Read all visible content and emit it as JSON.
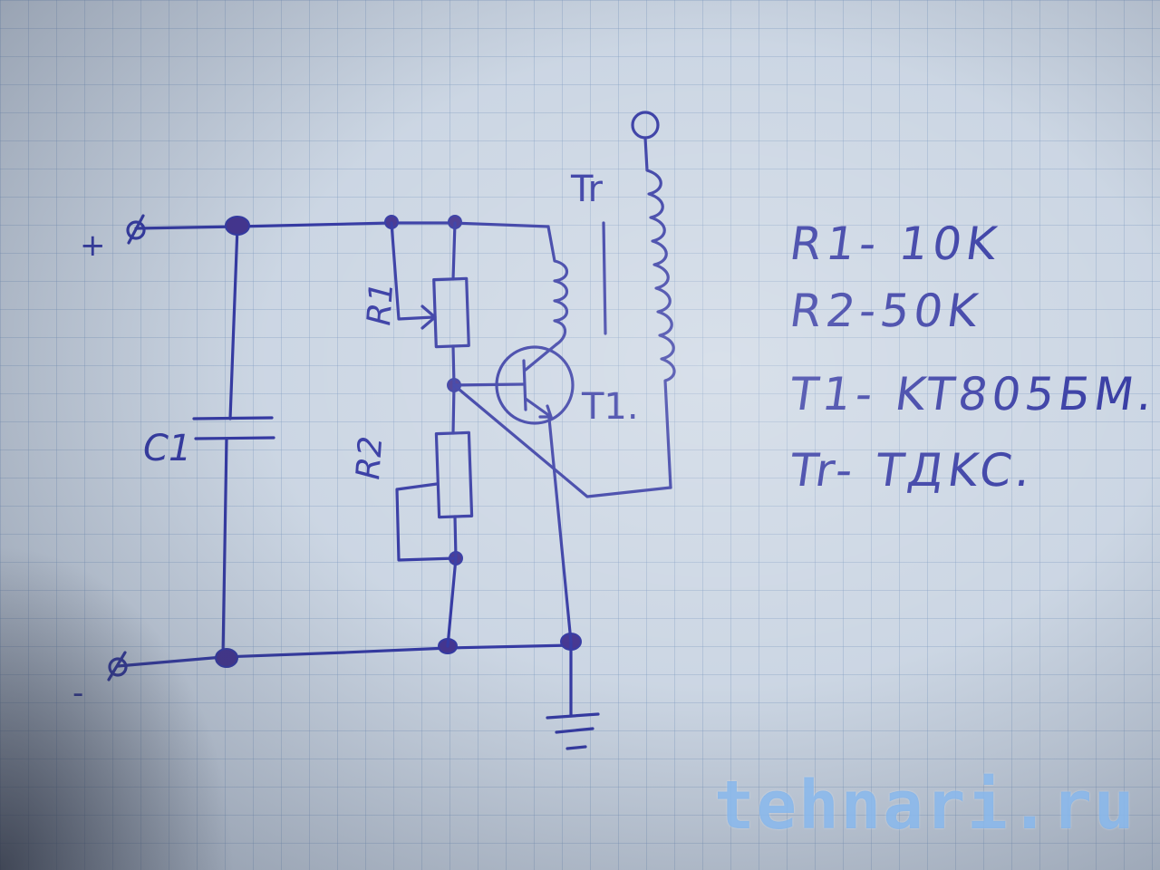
{
  "labels": {
    "plus": "+",
    "minus": "-",
    "c1": "C1",
    "r1": "R1",
    "r2": "R2",
    "t1": "T1.",
    "tr": "Tr"
  },
  "legend": [
    "R1- 10K",
    "R2-50K",
    "T1- KT805БМ.",
    "Tr- TДKC."
  ],
  "watermark": "tehnari.ru",
  "colors": {
    "ink": "#2a2f9e",
    "paper": "#c9d4e2",
    "grid": "#7896be",
    "watermark": "#78afeb"
  }
}
